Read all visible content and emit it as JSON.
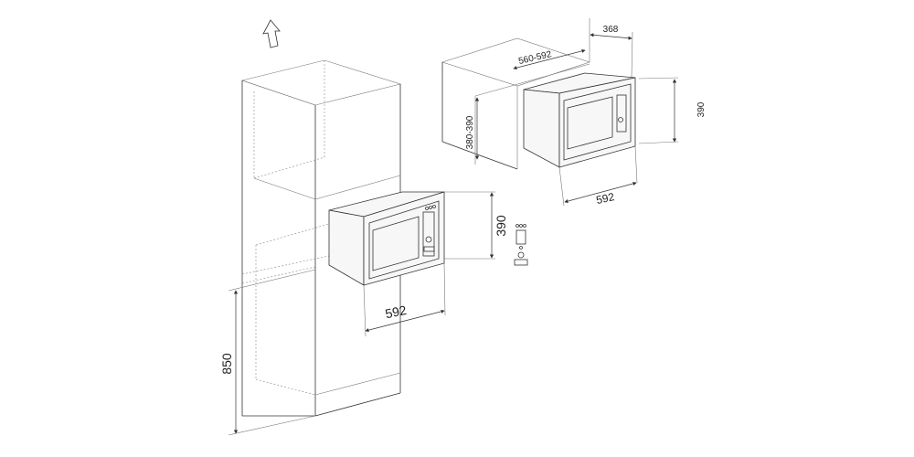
{
  "diagram": {
    "left_installation": {
      "cabinet_height": "850",
      "microwave_height": "390",
      "microwave_width": "592"
    },
    "right_installation": {
      "depth": "368",
      "niche_width": "560-592",
      "niche_height": "380-390",
      "microwave_height": "390",
      "microwave_width": "592"
    },
    "colors": {
      "line": "#333333",
      "face": "#f7f7f7"
    }
  }
}
